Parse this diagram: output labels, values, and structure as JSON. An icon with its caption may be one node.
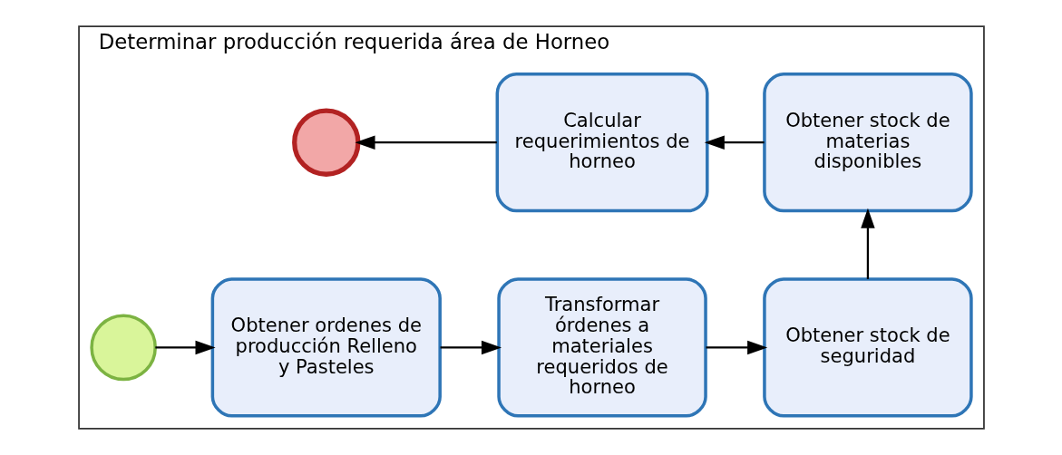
{
  "diagram": {
    "nodes": [
      {
        "text": [
          "Determinar producción requerida área de Horneo"
        ]
      },
      {
        "text": [],
        "shape": "circle",
        "in": 0
      },
      {
        "text": [
          "Obtener ordenes de producción Relleno y Pasteles"
        ],
        "in": 0
      },
      {
        "text": [
          "Transformar órdenes a materiales requeridos de horneo"
        ],
        "in": 0
      },
      {
        "text": [
          "Obtener stock de seguridad"
        ],
        "in": 0
      },
      {
        "text": [
          "Obtener stock de materias disponibles"
        ],
        "in": 0
      },
      {
        "text": [
          "Calcular requerimientos de horneo"
        ],
        "in": 0
      },
      {
        "text": [],
        "shape": "circle",
        "in": 0
      }
    ],
    "edges": [
      {
        "from": 1,
        "to": 2,
        "arrow": "to"
      },
      {
        "from": 2,
        "to": 3,
        "arrow": "to"
      },
      {
        "from": 3,
        "to": 4,
        "arrow": "to"
      },
      {
        "from": 4,
        "to": 5,
        "arrow": "to"
      },
      {
        "from": 5,
        "to": 6,
        "arrow": "to"
      },
      {
        "from": 6,
        "to": 7,
        "arrow": "to"
      }
    ]
  }
}
